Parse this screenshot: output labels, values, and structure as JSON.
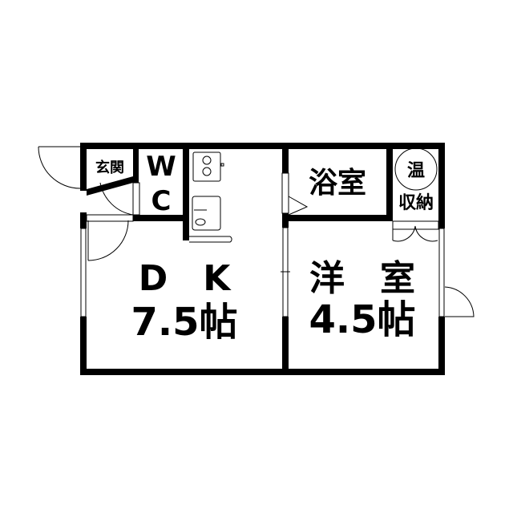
{
  "rooms": {
    "entrance": {
      "label": "玄関"
    },
    "wc": {
      "label_line1": "W",
      "label_line2": "C"
    },
    "dk": {
      "label": "D　K",
      "size": "7.5帖"
    },
    "bath": {
      "label": "浴室"
    },
    "western_room": {
      "label": "洋　室",
      "size": "4.5帖"
    },
    "storage": {
      "badge": "温",
      "label": "収納"
    }
  },
  "colors": {
    "wall": "#000000",
    "background": "#ffffff"
  }
}
